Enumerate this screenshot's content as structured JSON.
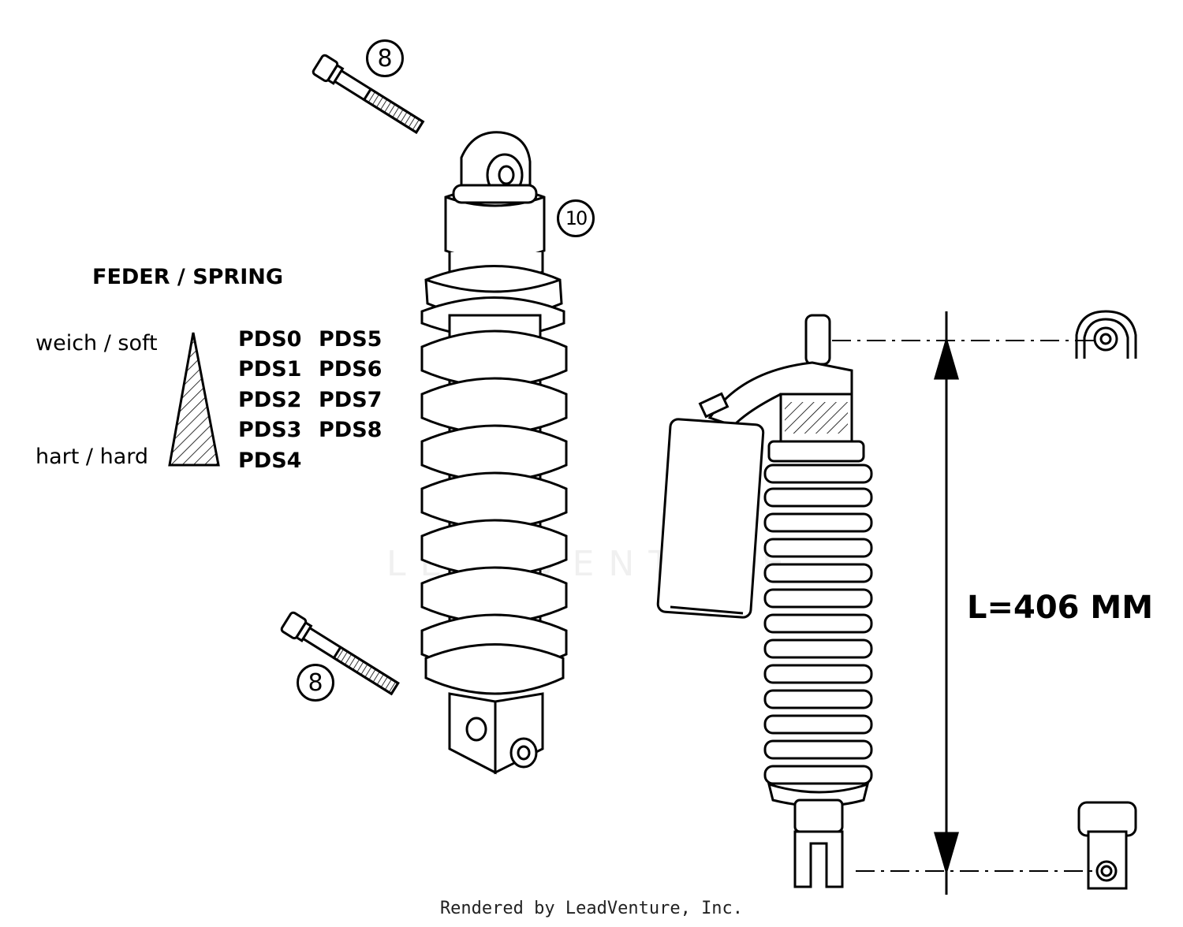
{
  "legend": {
    "title": "FEDER / SPRING",
    "soft_label": "weich / soft",
    "hard_label": "hart / hard",
    "springs_col1": [
      "PDS0",
      "PDS1",
      "PDS2",
      "PDS3",
      "PDS4"
    ],
    "springs_col2": [
      "PDS5",
      "PDS6",
      "PDS7",
      "PDS8"
    ]
  },
  "callouts": {
    "bolt_top": "8",
    "bolt_bottom": "8",
    "top_eye": "10"
  },
  "dimension": {
    "label": "L=406 MM"
  },
  "watermark": "LEADVENTURE",
  "footer": "Rendered by LeadVenture, Inc."
}
